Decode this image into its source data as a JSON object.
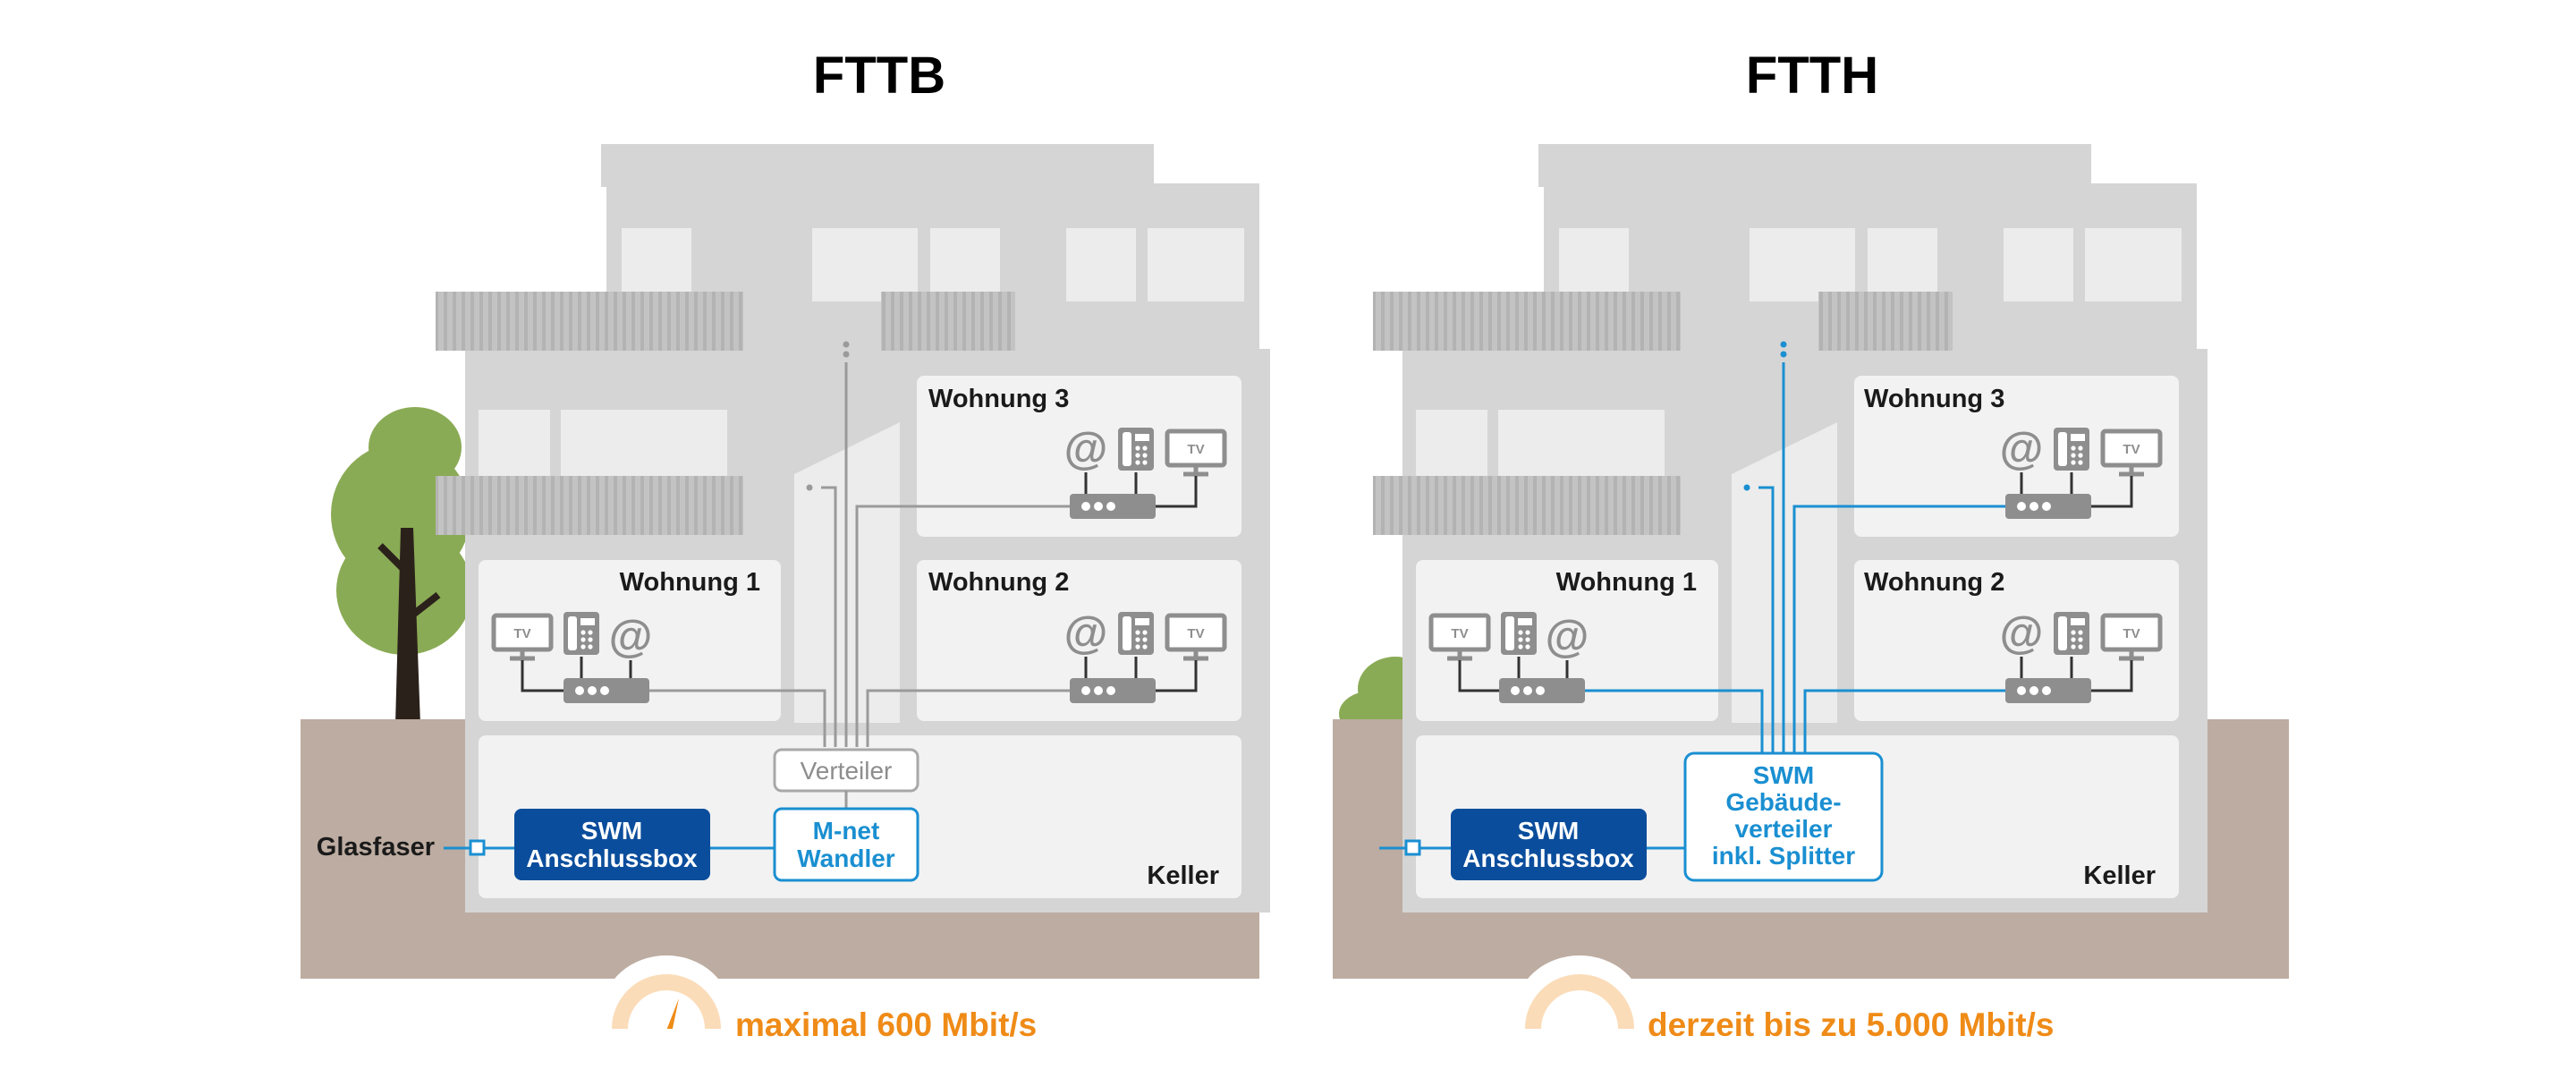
{
  "panels": [
    {
      "key": "fttb",
      "title": "FTTB",
      "apartments": [
        "Wohnung 1",
        "Wohnung 2",
        "Wohnung 3"
      ],
      "cellar_label": "Keller",
      "fiber_label": "Glasfaser",
      "connection_box": [
        "SWM",
        "Anschlussbox"
      ],
      "distributor_label": [
        "Verteiler"
      ],
      "converter_label": [
        "M-net",
        "Wandler"
      ],
      "speed": "maximal 600 Mbit/s",
      "building_line_color": "#9a9a9a"
    },
    {
      "key": "ftth",
      "title": "FTTH",
      "apartments": [
        "Wohnung 1",
        "Wohnung 2",
        "Wohnung 3"
      ],
      "cellar_label": "Keller",
      "connection_box": [
        "SWM",
        "Anschlussbox"
      ],
      "distributor_label": [
        "SWM",
        "Gebäude-",
        "verteiler",
        "inkl. Splitter"
      ],
      "speed": "derzeit bis zu 5.000 Mbit/s",
      "building_line_color": "#1a8fd1"
    }
  ],
  "device_labels": {
    "tv": "TV",
    "internet": "@"
  },
  "colors": {
    "fiber_blue": "#1a8fd1",
    "box_dark_blue": "#0a4d9c",
    "gauge_orange": "#ef8b17",
    "ground": "#bdaca1",
    "building": "#d5d5d5",
    "room": "#f2f2f2",
    "tree_green": "#8aab55"
  },
  "icons": [
    "tree-icon",
    "tv-icon",
    "phone-icon",
    "at-icon",
    "modem-icon",
    "speedometer-icon"
  ]
}
